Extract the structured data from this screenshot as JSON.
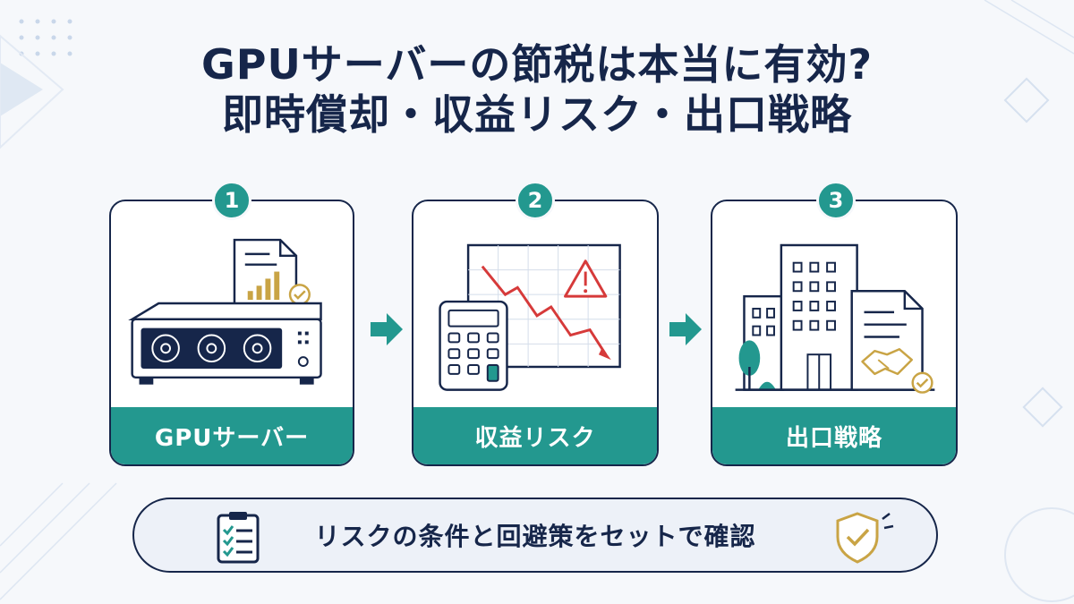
{
  "title": {
    "line1": "GPUサーバーの節税は本当に有効?",
    "line2": "即時償却・収益リスク・出口戦略"
  },
  "steps": [
    {
      "number": "1",
      "label": "GPUサーバー",
      "icon": "gpu-server-icon"
    },
    {
      "number": "2",
      "label": "収益リスク",
      "icon": "declining-chart-icon"
    },
    {
      "number": "3",
      "label": "出口戦略",
      "icon": "building-contract-icon"
    }
  ],
  "summary": {
    "text": "リスクの条件と回避策をセットで確認",
    "left_icon": "checklist-clipboard-icon",
    "right_icon": "shield-check-icon"
  },
  "colors": {
    "navy": "#16264a",
    "teal": "#23988f",
    "gold": "#c9a445",
    "red": "#d63a3a",
    "background": "#f6f8fb"
  }
}
